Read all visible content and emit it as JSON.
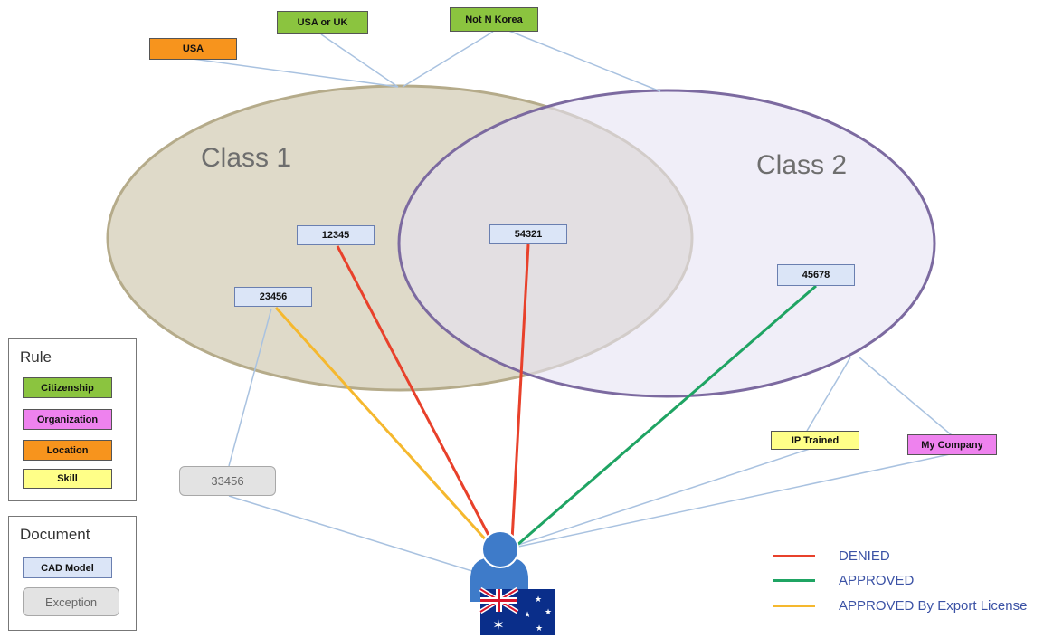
{
  "diagram": {
    "classes": [
      {
        "id": "class1",
        "label": "Class 1"
      },
      {
        "id": "class2",
        "label": "Class 2"
      }
    ],
    "rule_tags": {
      "usa": "USA",
      "usa_or_uk": "USA or UK",
      "not_n_korea": "Not  N Korea",
      "ip_trained": "IP Trained",
      "my_company": "My Company"
    },
    "documents": {
      "doc_12345": "12345",
      "doc_54321": "54321",
      "doc_23456": "23456",
      "doc_45678": "45678",
      "exception_33456": "33456"
    },
    "rule_legend": {
      "title": "Rule",
      "items": [
        "Citizenship",
        "Organization",
        "Location",
        "Skill"
      ]
    },
    "document_legend": {
      "title": "Document",
      "items": [
        "CAD Model",
        "Exception"
      ]
    },
    "access_legend": [
      {
        "label": "DENIED",
        "color": "#e8412b"
      },
      {
        "label": "APPROVED",
        "color": "#1fa463"
      },
      {
        "label": "APPROVED By Export License",
        "color": "#f5b82e"
      }
    ],
    "colors": {
      "citizenship": "#8bc43f",
      "organization": "#ee82ee",
      "location": "#f7941d",
      "skill": "#ffff88",
      "cad_model": "#dbe5f7",
      "exception": "#e3e3e3",
      "connector": "#a9c2e0",
      "class1_fill": "#d9d3c0",
      "class2_fill": "#e6e2f3"
    },
    "icons": [
      "user-icon",
      "australia-flag-icon"
    ]
  }
}
